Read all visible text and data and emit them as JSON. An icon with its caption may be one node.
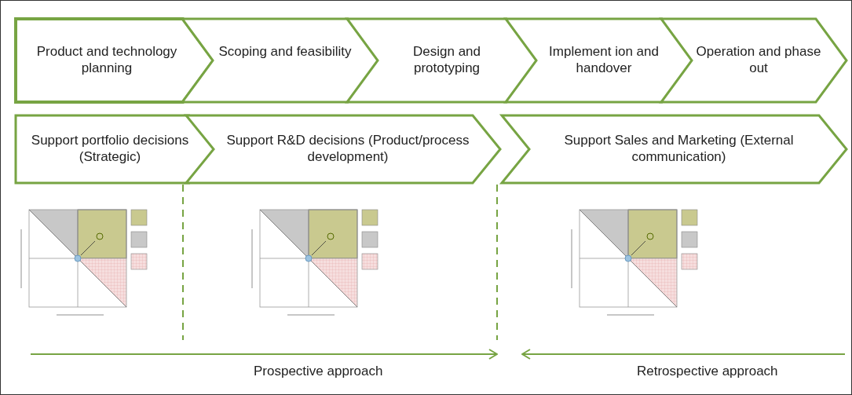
{
  "diagram": {
    "nodes": [
      {
        "text": [
          "Product and technology planning"
        ]
      },
      {
        "text": [
          "Scoping and feasibility"
        ]
      },
      {
        "text": [
          "Design and prototyping"
        ]
      },
      {
        "text": [
          "Implement ion and handover"
        ]
      },
      {
        "text": [
          "Operation and phase out"
        ]
      },
      {
        "text": [
          "Support portfolio decisions (Strategic)"
        ]
      },
      {
        "text": [
          "Support R&D decisions (Product/process development)"
        ]
      },
      {
        "text": [
          "Support Sales and Marketing (External communication)"
        ]
      }
    ],
    "labels": [
      "Prospective approach",
      "Retrospective approach"
    ]
  }
}
